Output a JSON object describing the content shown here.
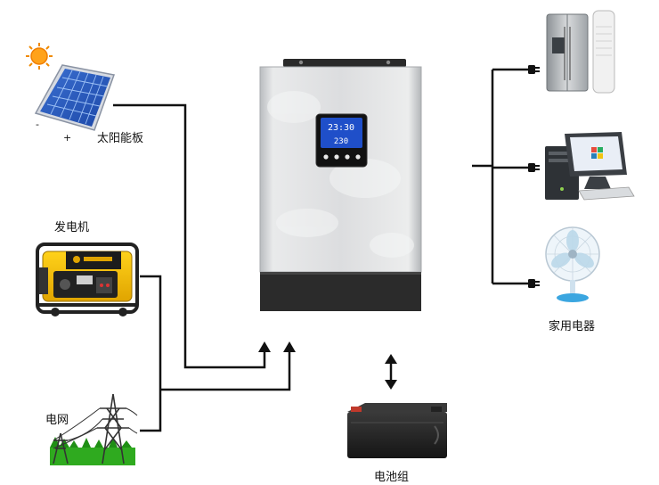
{
  "diagram": {
    "sources": {
      "solar_label": "太阳能板",
      "solar_minus": "-",
      "solar_plus": "+",
      "generator_label": "发电机",
      "grid_label": "电网"
    },
    "inverter": {
      "lcd_top": "23:30",
      "lcd_bottom": "230"
    },
    "battery_label": "电池组",
    "appliances_label": "家用电器"
  }
}
